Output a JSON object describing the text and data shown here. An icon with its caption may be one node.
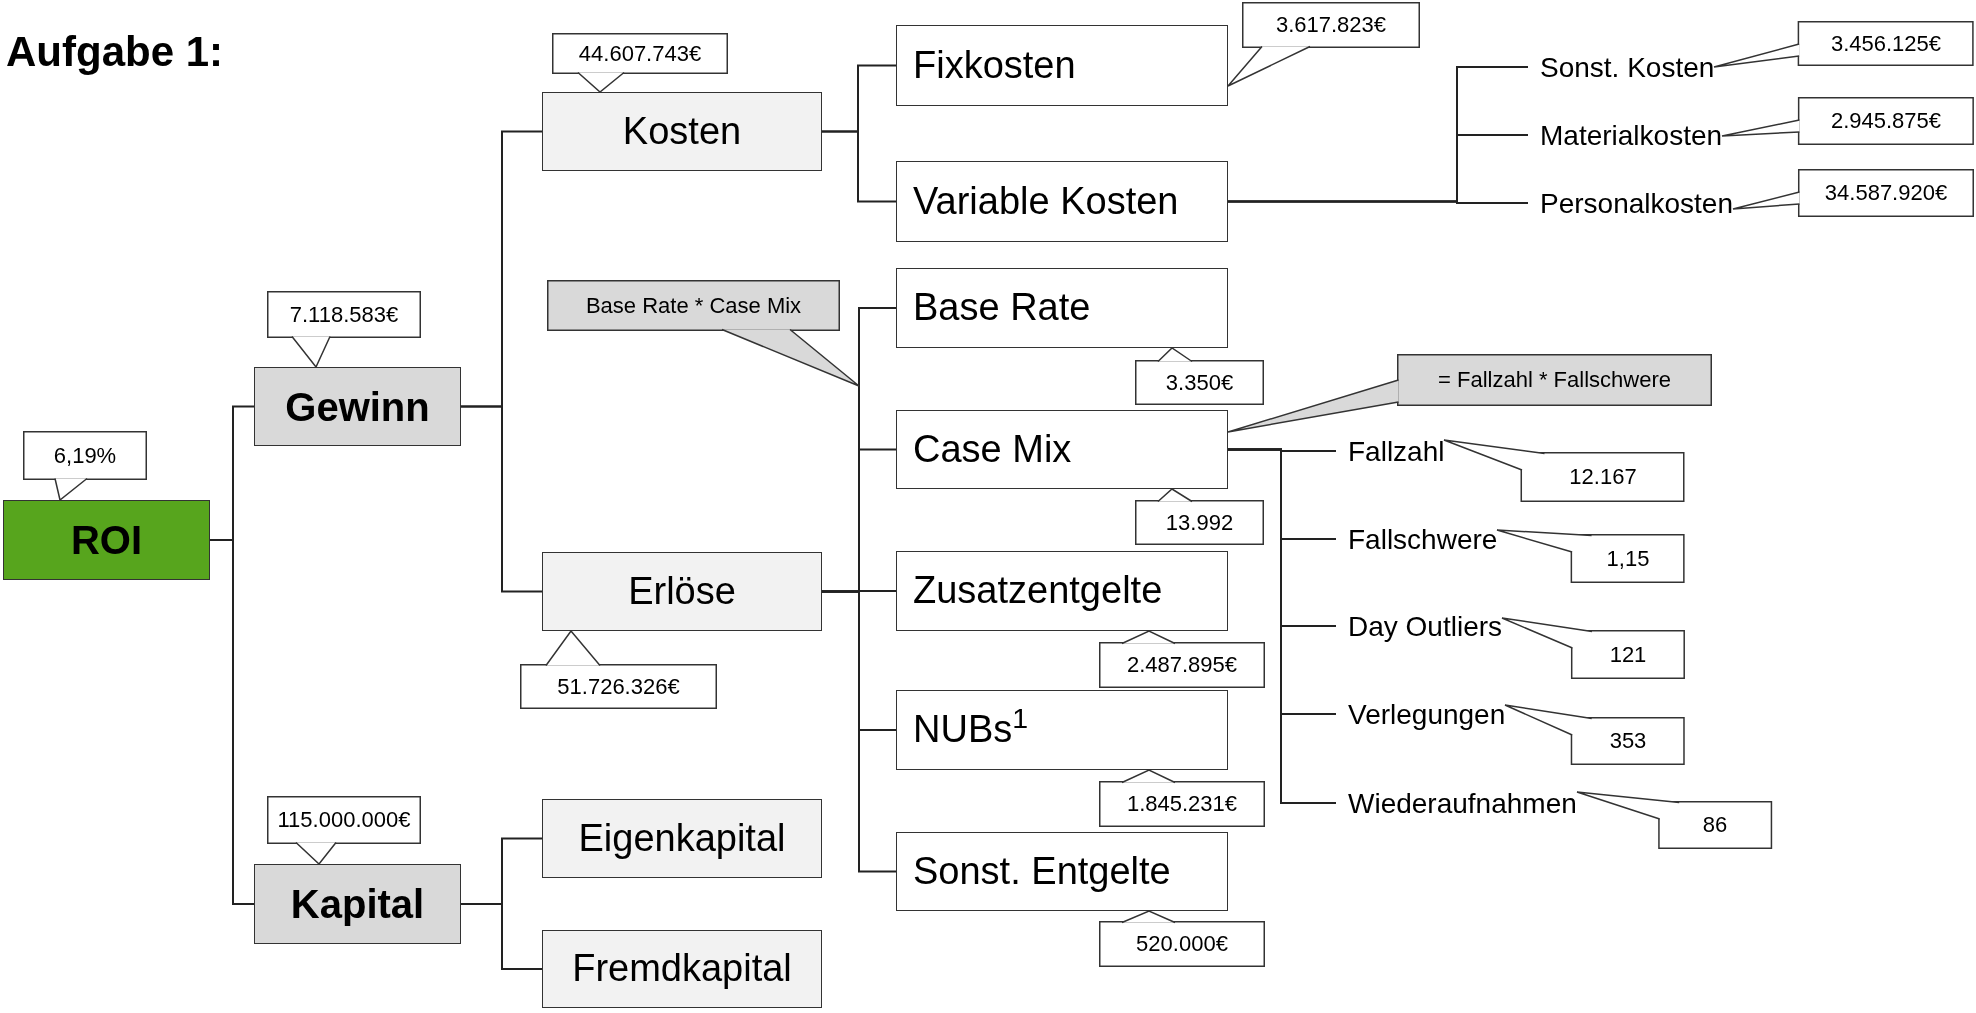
{
  "diagram": {
    "title": "Aufgabe 1:",
    "nodes": [
      {
        "text": [
          "ROI"
        ],
        "beside": [
          "6,19%"
        ]
      },
      {
        "text": [
          "Gewinn"
        ],
        "beside": [
          "7.118.583€"
        ]
      },
      {
        "text": [
          "Kapital"
        ],
        "beside": [
          "115.000.000€"
        ]
      },
      {
        "text": [
          "Kosten"
        ],
        "beside": [
          "44.607.743€"
        ]
      },
      {
        "text": [
          "Erlöse"
        ],
        "beside": [
          "51.726.326€"
        ]
      },
      {
        "text": [
          "Eigenkapital"
        ]
      },
      {
        "text": [
          "Fremdkapital"
        ]
      },
      {
        "text": [
          "Fixkosten"
        ],
        "beside": [
          "3.617.823€"
        ]
      },
      {
        "text": [
          "Variable Kosten"
        ]
      },
      {
        "text": [
          "Base Rate"
        ],
        "beside": [
          "3.350€"
        ]
      },
      {
        "text": [
          "Case Mix"
        ],
        "beside": [
          "13.992"
        ]
      },
      {
        "text": [
          "Zusatzentgelte"
        ],
        "beside": [
          "2.487.895€"
        ]
      },
      {
        "text": [
          "NUBs$^{1}$"
        ],
        "beside": [
          "1.845.231€"
        ]
      },
      {
        "text": [
          "Sonst. Entgelte"
        ],
        "beside": [
          "520.000€"
        ]
      },
      {
        "text": [
          "Sonst. Kosten"
        ]
      },
      {
        "text": [
          "Materialkosten"
        ]
      },
      {
        "text": [
          "Personalkosten"
        ]
      },
      {
        "text": [
          "Fallzahl"
        ]
      },
      {
        "text": [
          "Fallschwere"
        ]
      },
      {
        "text": [
          "Day Outliers"
        ]
      },
      {
        "text": [
          "Verlegungen"
        ]
      },
      {
        "text": [
          "Wiederaufnahmen"
        ]
      }
    ],
    "labels": [
      "3.456.125€",
      "2.945.875€",
      "34.587.920€",
      "Base Rate * Case Mix",
      "= Fallzahl * Fallschwere",
      "12.167",
      "1,15",
      "121",
      "353",
      "86"
    ],
    "edges": [
      {
        "from": 0,
        "to": 1,
        "arrow": "none"
      },
      {
        "from": 0,
        "to": 2,
        "arrow": "none"
      },
      {
        "from": 1,
        "to": 3,
        "arrow": "none"
      },
      {
        "from": 1,
        "to": 4,
        "arrow": "none"
      },
      {
        "from": 2,
        "to": 5,
        "arrow": "none"
      },
      {
        "from": 2,
        "to": 6,
        "arrow": "none"
      },
      {
        "from": 3,
        "to": 7,
        "arrow": "none"
      },
      {
        "from": 3,
        "to": 8,
        "arrow": "none"
      },
      {
        "from": 4,
        "to": 9,
        "arrow": "none"
      },
      {
        "from": 4,
        "to": 10,
        "arrow": "none"
      },
      {
        "from": 4,
        "to": 11,
        "arrow": "none"
      },
      {
        "from": 4,
        "to": 12,
        "arrow": "none"
      },
      {
        "from": 4,
        "to": 13,
        "arrow": "none"
      },
      {
        "from": 8,
        "to": 14,
        "arrow": "none"
      },
      {
        "from": 8,
        "to": 15,
        "arrow": "none"
      },
      {
        "from": 8,
        "to": 16,
        "arrow": "none"
      },
      {
        "from": 10,
        "to": 17,
        "arrow": "none"
      },
      {
        "from": 10,
        "to": 18,
        "arrow": "none"
      },
      {
        "from": 10,
        "to": 19,
        "arrow": "none"
      },
      {
        "from": 10,
        "to": 20,
        "arrow": "none"
      },
      {
        "from": 10,
        "to": 21,
        "arrow": "none"
      }
    ]
  }
}
